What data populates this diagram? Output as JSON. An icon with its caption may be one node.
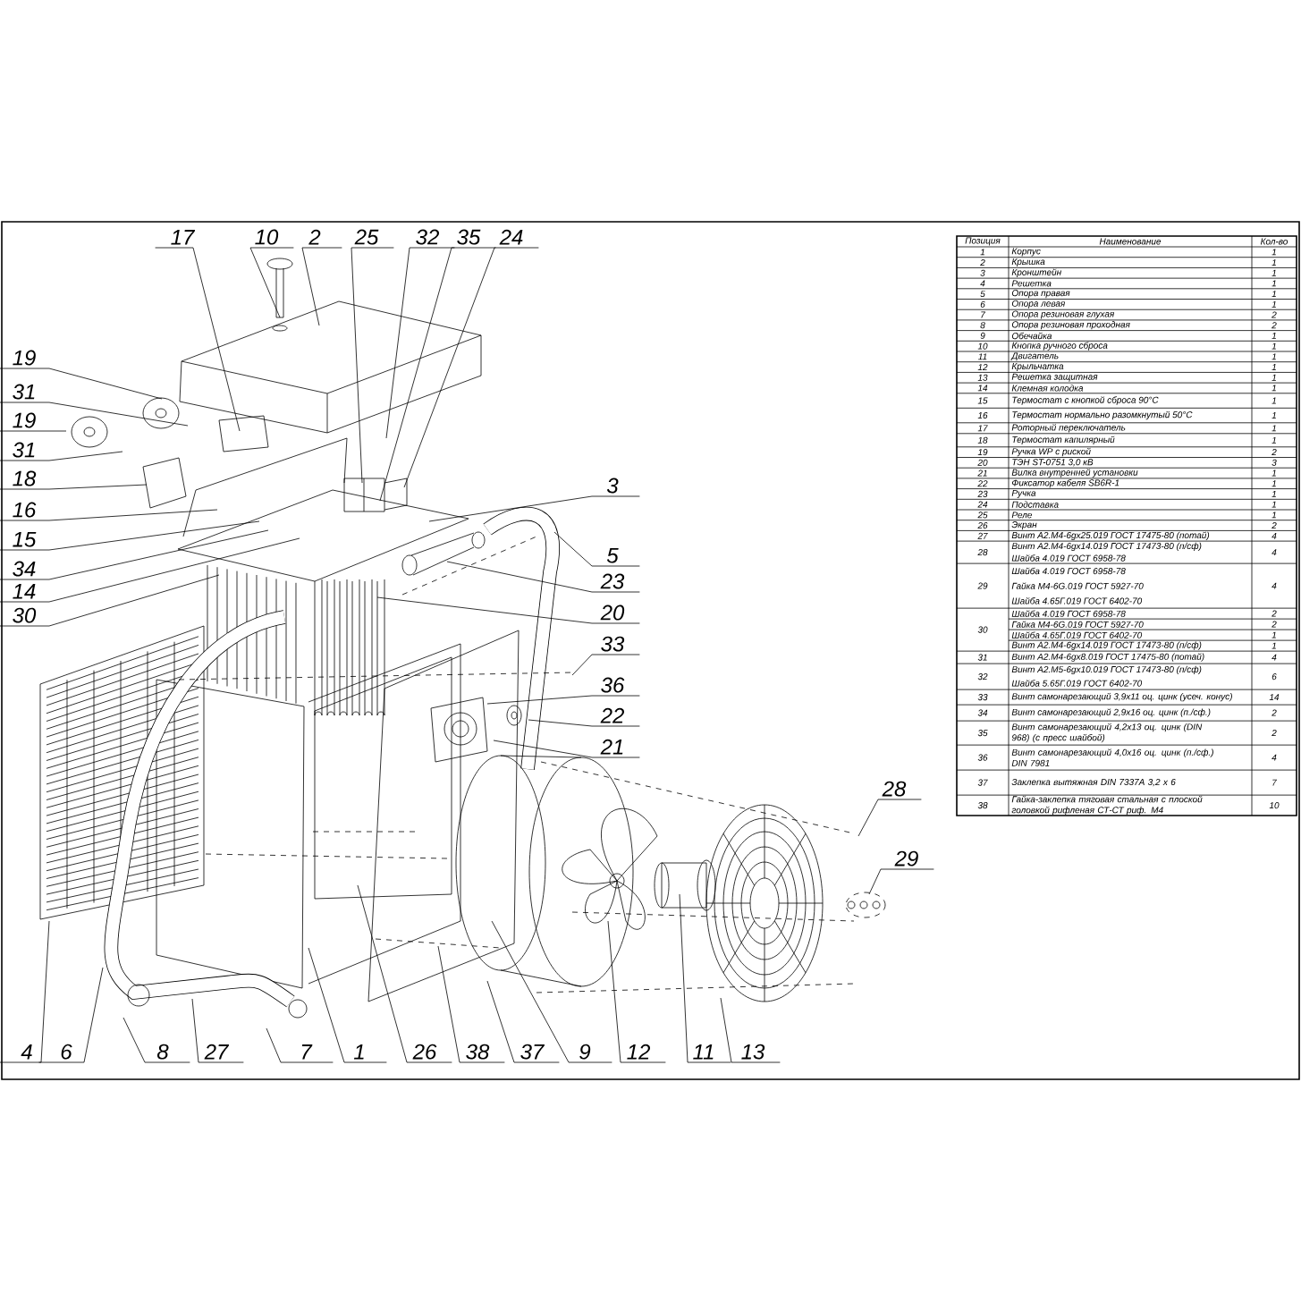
{
  "diagram": {
    "nodes": [
      {
        "text": [
          "17"
        ]
      },
      {
        "text": [
          "10"
        ]
      },
      {
        "text": [
          "2"
        ]
      },
      {
        "text": [
          "25"
        ]
      },
      {
        "text": [
          "32"
        ]
      },
      {
        "text": [
          "35"
        ]
      },
      {
        "text": [
          "24"
        ]
      },
      {
        "text": [
          "19"
        ]
      },
      {
        "text": [
          "31"
        ]
      },
      {
        "text": [
          "19"
        ]
      },
      {
        "text": [
          "31"
        ]
      },
      {
        "text": [
          "18"
        ]
      },
      {
        "text": [
          "16"
        ]
      },
      {
        "text": [
          "15"
        ]
      },
      {
        "text": [
          "34"
        ]
      },
      {
        "text": [
          "14"
        ]
      },
      {
        "text": [
          "30"
        ]
      },
      {
        "text": [
          "3"
        ]
      },
      {
        "text": [
          "5"
        ]
      },
      {
        "text": [
          "23"
        ]
      },
      {
        "text": [
          "20"
        ]
      },
      {
        "text": [
          "33"
        ]
      },
      {
        "text": [
          "36"
        ]
      },
      {
        "text": [
          "22"
        ]
      },
      {
        "text": [
          "21"
        ]
      },
      {
        "text": [
          "28"
        ]
      },
      {
        "text": [
          "29"
        ]
      },
      {
        "text": [
          "4"
        ]
      },
      {
        "text": [
          "6"
        ]
      },
      {
        "text": [
          "8"
        ]
      },
      {
        "text": [
          "27"
        ]
      },
      {
        "text": [
          "7"
        ]
      },
      {
        "text": [
          "1"
        ]
      },
      {
        "text": [
          "26"
        ]
      },
      {
        "text": [
          "38"
        ]
      },
      {
        "text": [
          "37"
        ]
      },
      {
        "text": [
          "9"
        ]
      },
      {
        "text": [
          "12"
        ]
      },
      {
        "text": [
          "11"
        ]
      },
      {
        "text": [
          "13"
        ]
      }
    ],
    "edges": [
      {
        "from": 0,
        "to": null,
        "arrow": "none"
      },
      {
        "from": 1,
        "to": null,
        "arrow": "none"
      },
      {
        "from": 2,
        "to": null,
        "arrow": "none"
      },
      {
        "from": 3,
        "to": null,
        "arrow": "none"
      },
      {
        "from": 4,
        "to": null,
        "arrow": "none"
      },
      {
        "from": 5,
        "to": null,
        "arrow": "none"
      },
      {
        "from": 6,
        "to": null,
        "arrow": "none"
      },
      {
        "from": 7,
        "to": null,
        "arrow": "none"
      },
      {
        "from": 8,
        "to": null,
        "arrow": "none"
      },
      {
        "from": 9,
        "to": null,
        "arrow": "none"
      },
      {
        "from": 10,
        "to": null,
        "arrow": "none"
      },
      {
        "from": 11,
        "to": null,
        "arrow": "none"
      },
      {
        "from": 12,
        "to": null,
        "arrow": "none"
      },
      {
        "from": 13,
        "to": null,
        "arrow": "none"
      },
      {
        "from": 14,
        "to": null,
        "arrow": "none"
      },
      {
        "from": 15,
        "to": null,
        "arrow": "none"
      },
      {
        "from": 16,
        "to": null,
        "arrow": "none"
      },
      {
        "from": 17,
        "to": null,
        "arrow": "none"
      },
      {
        "from": 18,
        "to": null,
        "arrow": "none"
      },
      {
        "from": 19,
        "to": null,
        "arrow": "none"
      },
      {
        "from": 20,
        "to": null,
        "arrow": "none"
      },
      {
        "from": 21,
        "to": null,
        "arrow": "none"
      },
      {
        "from": 22,
        "to": null,
        "arrow": "none"
      },
      {
        "from": 23,
        "to": null,
        "arrow": "none"
      },
      {
        "from": 24,
        "to": null,
        "arrow": "none"
      },
      {
        "from": 25,
        "to": null,
        "arrow": "none"
      },
      {
        "from": 26,
        "to": null,
        "arrow": "none"
      },
      {
        "from": 27,
        "to": null,
        "arrow": "none"
      },
      {
        "from": 28,
        "to": null,
        "arrow": "none"
      },
      {
        "from": 29,
        "to": null,
        "arrow": "none"
      },
      {
        "from": 30,
        "to": null,
        "arrow": "none"
      },
      {
        "from": 31,
        "to": null,
        "arrow": "none"
      },
      {
        "from": 32,
        "to": null,
        "arrow": "none"
      },
      {
        "from": 33,
        "to": null,
        "arrow": "none"
      },
      {
        "from": 34,
        "to": null,
        "arrow": "none"
      },
      {
        "from": 35,
        "to": null,
        "arrow": "none"
      },
      {
        "from": 36,
        "to": null,
        "arrow": "none"
      },
      {
        "from": 37,
        "to": null,
        "arrow": "none"
      },
      {
        "from": 38,
        "to": null,
        "arrow": "none"
      },
      {
        "from": 39,
        "to": null,
        "arrow": "none"
      }
    ],
    "labels": [
      "Позиция",
      "Наименование",
      "Кол-во",
      "1",
      "Корпус",
      "1",
      "2",
      "Крышка",
      "1",
      "3",
      "Кронштейн",
      "1",
      "4",
      "Решетка",
      "1",
      "5",
      "Опора правая",
      "1",
      "6",
      "Опора левая",
      "1",
      "7",
      "Опора резиновая глухая",
      "2",
      "8",
      "Опора резиновая проходная",
      "2",
      "9",
      "Обечайка",
      "1",
      "10",
      "Кнопка ручного сброса",
      "1",
      "11",
      "Двигатель",
      "1",
      "12",
      "Крыльчатка",
      "1",
      "13",
      "Решетка защитная",
      "1",
      "14",
      "Клемная колодка",
      "1",
      "15",
      "Термостат с кнопкой сброса 90°C",
      "1",
      "16",
      "Термостат нормально разомкнутый 50°C",
      "1",
      "17",
      "Роторный переключатель",
      "1",
      "18",
      "Термостат капилярный",
      "1",
      "19",
      "Ручка WP с риской",
      "2",
      "20",
      "ТЭН ST-0751 3,0 кВ",
      "3",
      "21",
      "Вилка внутренней установки",
      "1",
      "22",
      "Фиксатор кабеля SB6R-1",
      "1",
      "23",
      "Ручка",
      "1",
      "24",
      "Подставка",
      "1",
      "25",
      "Реле",
      "1",
      "26",
      "Экран",
      "2",
      "27",
      "Винт A2.M4-6gx25.019 ГОСТ 17475-80 (потай)",
      "4",
      "28",
      "Винт A2.M4-6gx14.019 ГОСТ 17473-80 (п/сф)",
      "Шайба 4.019 ГОСТ 6958-78",
      "4",
      "29",
      "Шайба 4.019 ГОСТ 6958-78",
      "Гайка М4-6G.019 ГОСТ 5927-70",
      "Шайба 4.65Г.019 ГОСТ 6402-70",
      "4",
      "30",
      "Шайба 4.019 ГОСТ 6958-78",
      "2",
      "Гайка М4-6G.019 ГОСТ 5927-70",
      "2",
      "Шайба 4.65Г.019 ГОСТ 6402-70",
      "1",
      "Винт A2.M4-6gx14.019 ГОСТ 17473-80 (п/сф)",
      "1",
      "31",
      "Винт A2.M4-6gx8.019 ГОСТ 17475-80 (потай)",
      "4",
      "32",
      "Винт A2.M5-6gx10.019 ГОСТ 17473-80 (п/сф)",
      "Шайба 5.65Г.019 ГОСТ 6402-70",
      "6",
      "33",
      "Винт самонарезающий 3,9x11 оц. цинк (усеч. конус)",
      "14",
      "34",
      "Винт самонарезающий 2,9x16 оц. цинк (п./сф.)",
      "2",
      "35",
      "Винт самонарезающий 4,2x13 оц. цинк (DIN 968) (с пресс шайбой)",
      "2",
      "36",
      "Винт самонарезающий 4,0x16 оц. цинк (п./сф.) DIN 7981",
      "4",
      "37",
      "Заклепка вытяжная DIN 7337A 3,2 x 6",
      "7",
      "38",
      "Гайка-заклепка тяговая стальная с плоской головкой рифленая СТ-СТ риф. М4",
      "10"
    ]
  }
}
